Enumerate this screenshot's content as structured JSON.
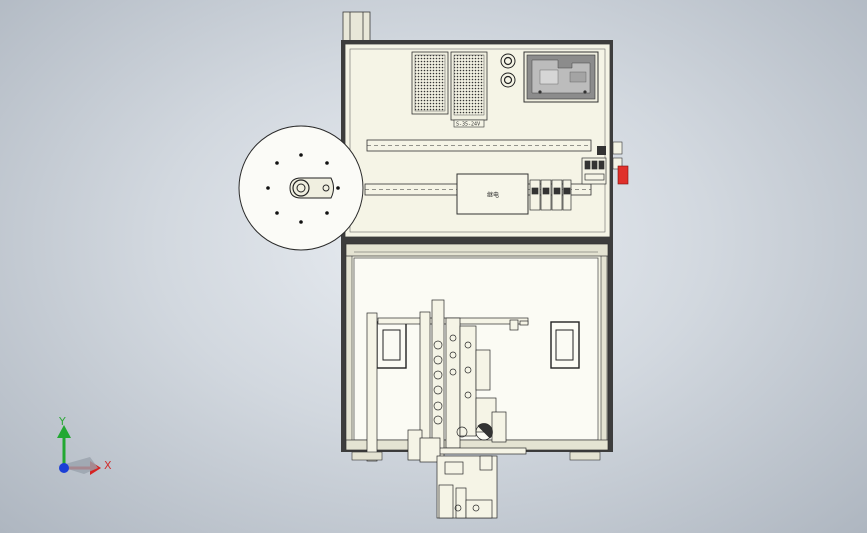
{
  "viewport": {
    "background_top": "#e9edf2",
    "background_edge": "#aeb6c0"
  },
  "model": {
    "panel_color": "#f5f4e6",
    "line_color": "#3a3a3a",
    "reel_color": "#fbfbf7",
    "estop_color": "#e0302b",
    "relay_label": "继电",
    "power_supply_label": "S-35-24V"
  },
  "triad": {
    "x_label": "X",
    "y_label": "Y",
    "x_color": "#d62222",
    "y_color": "#22a832",
    "z_color": "#1b3fd6"
  }
}
